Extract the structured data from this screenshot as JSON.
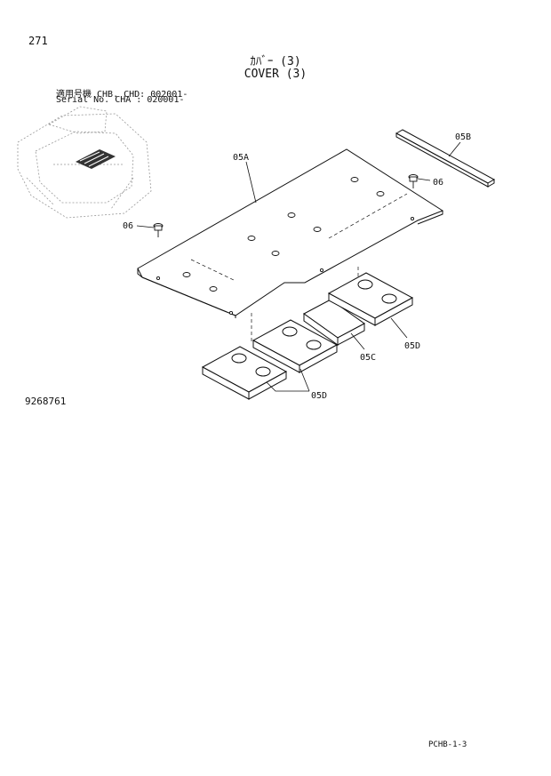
{
  "page": {
    "number": "271",
    "title_jp": "ｶﾊﾞｰ (3)",
    "title_en": "COVER (3)",
    "serial_line_1": "適用号機 CHB. CHD: 002001-",
    "serial_line_2": "Serial No. CHA    : 020001-",
    "drawing_number": "9268761",
    "footer_code": "PCHB-1-3"
  },
  "callouts": {
    "cover_plate": "05A",
    "strip": "05B",
    "block_middle": "05C",
    "block_right": "05D",
    "block_left": "05D",
    "bolt_left": "06",
    "bolt_right": "06"
  }
}
